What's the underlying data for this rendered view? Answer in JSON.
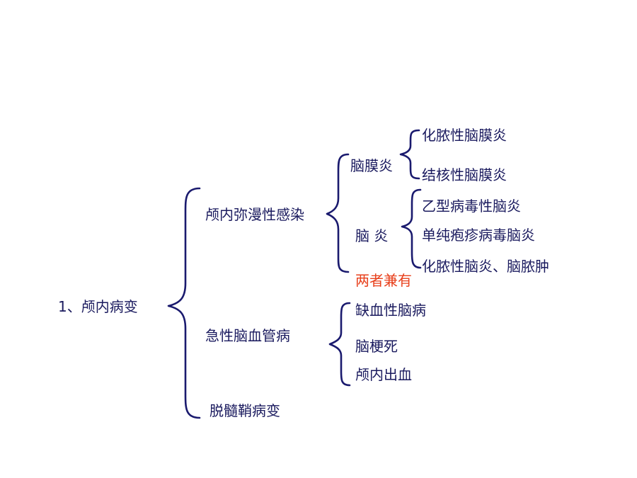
{
  "colors": {
    "text": "#1a1a5e",
    "brace": "#1a1a6e",
    "accent": "#e8401c",
    "background": "#ffffff"
  },
  "diagram": {
    "root": "1、颅内病变",
    "branches": {
      "infection": {
        "label": "颅内弥漫性感染",
        "meningitis": {
          "label": "脑膜炎",
          "items": [
            "化脓性脑膜炎",
            "结核性脑膜炎"
          ]
        },
        "encephalitis": {
          "label": "脑 炎",
          "items": [
            "乙型病毒性脑炎",
            "单纯疱疹病毒脑炎",
            "化脓性脑炎、脑脓肿"
          ]
        },
        "both": "两者兼有"
      },
      "vascular": {
        "label": "急性脑血管病",
        "items": [
          "缺血性脑病",
          "脑梗死",
          "颅内出血"
        ]
      },
      "demyelinating": {
        "label": "脱髓鞘病变"
      }
    }
  }
}
